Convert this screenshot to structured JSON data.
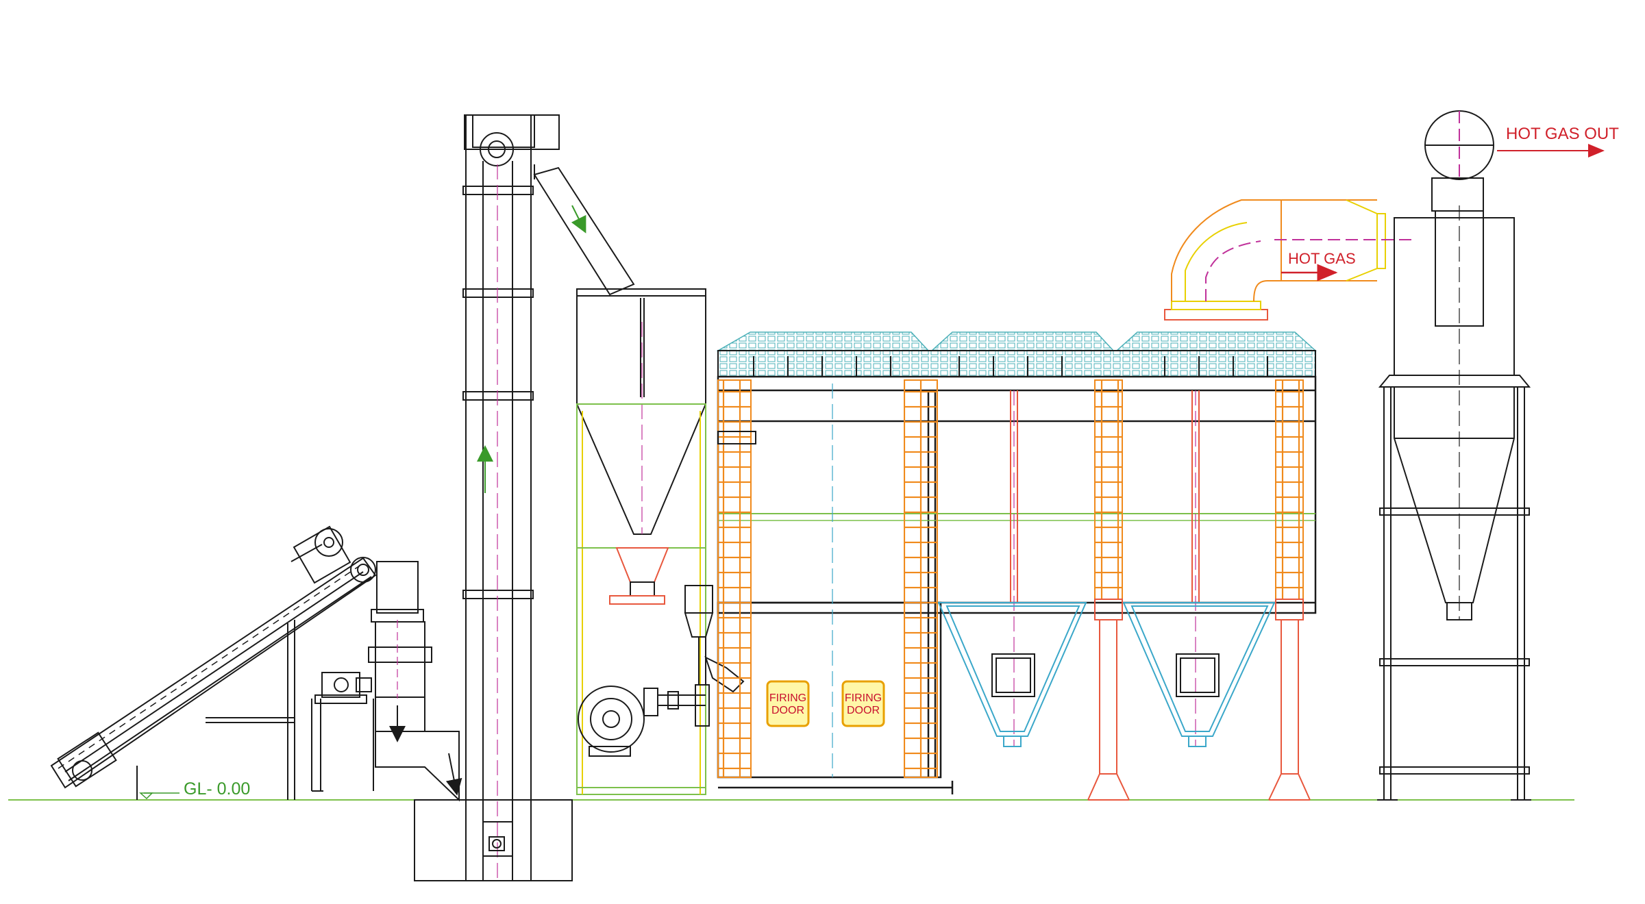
{
  "labels": {
    "hot_gas_out": "HOT GAS OUT",
    "hot_gas": "HOT GAS",
    "ground_level": "GL-  0.00",
    "firing_door_1": {
      "line1": "FIRING",
      "line2": "DOOR"
    },
    "firing_door_2": {
      "line1": "FIRING",
      "line2": "DOOR"
    }
  },
  "colors": {
    "outline": "#1a1a1a",
    "orange": "#f08a1c",
    "red_text": "#d0202a",
    "green": "#7cc04a",
    "cyan": "#3aa7c9",
    "magenta": "#c0319a",
    "yellow": "#e8d000",
    "salmon": "#e8573d",
    "teal_hatch": "#4bb0b8"
  }
}
